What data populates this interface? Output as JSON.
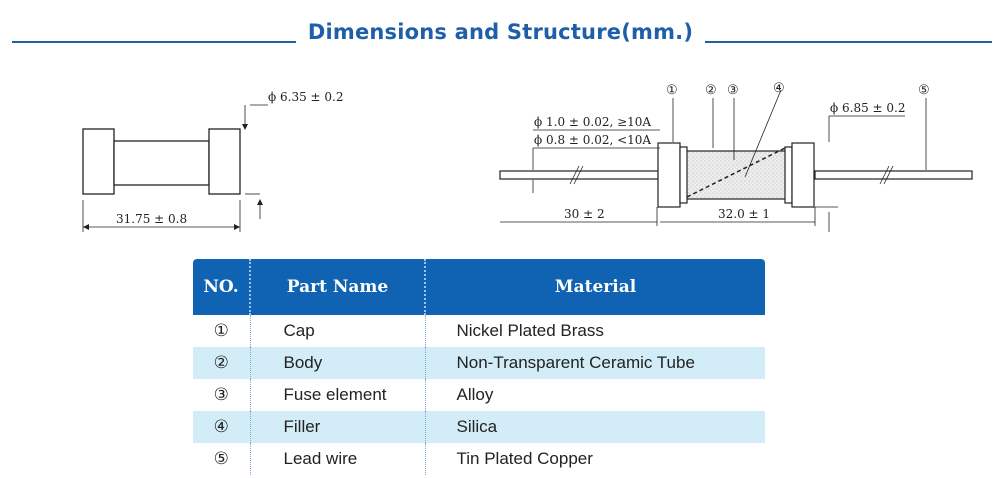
{
  "header": {
    "title": "Dimensions and Structure(mm.)"
  },
  "left_drawing": {
    "diameter_label": "ϕ 6.35 ± 0.2",
    "length_label": "31.75 ± 0.8"
  },
  "right_drawing": {
    "callouts": [
      "①",
      "②",
      "③",
      "④",
      "⑤"
    ],
    "wire_spec_high": "ϕ 1.0 ± 0.02, ≥10A",
    "wire_spec_low": "ϕ 0.8 ± 0.02, <10A",
    "diameter_label": "ϕ 6.85 ± 0.2",
    "lead_length_label": "30 ± 2",
    "body_length_label": "32.0 ± 1"
  },
  "table": {
    "headers": {
      "no": "NO.",
      "part_name": "Part Name",
      "material": "Material"
    },
    "rows": [
      {
        "no": "①",
        "part_name": "Cap",
        "material": "Nickel Plated Brass"
      },
      {
        "no": "②",
        "part_name": "Body",
        "material": "Non-Transparent Ceramic Tube"
      },
      {
        "no": "③",
        "part_name": "Fuse element",
        "material": "Alloy"
      },
      {
        "no": "④",
        "part_name": "Filler",
        "material": "Silica"
      },
      {
        "no": "⑤",
        "part_name": "Lead wire",
        "material": "Tin Plated Copper"
      }
    ]
  },
  "colors": {
    "accent": "#1e5fa8",
    "header_bg": "#0f63b2",
    "row_shade": "#d2ecf8"
  }
}
